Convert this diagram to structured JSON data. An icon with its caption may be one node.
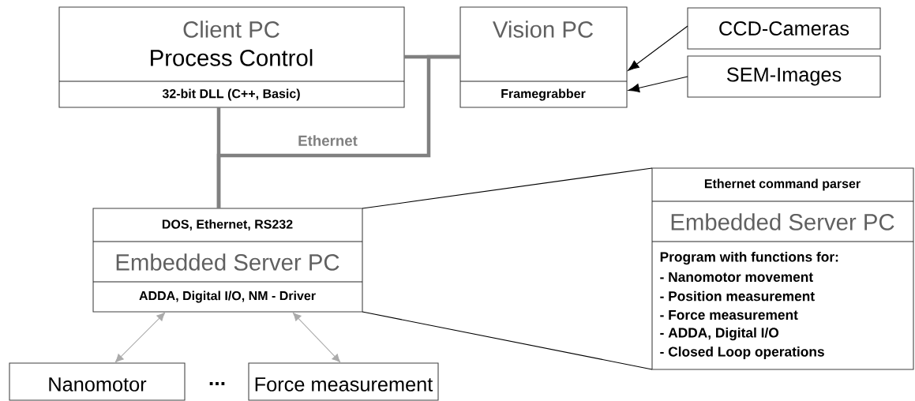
{
  "diagram": {
    "nodes": [
      {
        "text": [
          "Client PC",
          "Process Control",
          "32-bit DLL (C++, Basic)"
        ]
      },
      {
        "text": [
          "Vision PC",
          "Framegrabber"
        ]
      },
      {
        "text": [
          "CCD-Cameras"
        ]
      },
      {
        "text": [
          "SEM-Images"
        ]
      },
      {
        "text": [
          "DOS, Ethernet, RS232",
          "Embedded Server PC",
          "ADDA, Digital I/O, NM - Driver"
        ]
      },
      {
        "text": [
          "Nanomotor"
        ]
      },
      {
        "text": [
          "Force measurement"
        ]
      },
      {
        "text": [
          "Ethernet command parser",
          "Embedded Server PC",
          "Program with functions for:",
          "- Nanomotor movement",
          "- Position measurement",
          "- Force measurement",
          "- ADDA, Digital I/O",
          "- Closed Loop operations"
        ]
      }
    ],
    "edges": [
      {
        "from": 0,
        "to": 1,
        "arrow": "none",
        "style": "thick",
        "color": "#808080"
      },
      {
        "from": 0,
        "to": 4,
        "arrow": "none",
        "style": "thick",
        "color": "#808080"
      },
      {
        "from": 1,
        "to": 4,
        "arrow": "none",
        "style": "thick",
        "color": "#808080",
        "label": "Ethernet"
      },
      {
        "from": 2,
        "to": 1,
        "arrow": "to"
      },
      {
        "from": 3,
        "to": 1,
        "arrow": "to"
      },
      {
        "from": 4,
        "to": 5,
        "arrow": "both",
        "color": "#aaaaaa"
      },
      {
        "from": 4,
        "to": 6,
        "arrow": "both",
        "color": "#aaaaaa"
      },
      {
        "from": 4,
        "to": 7,
        "arrow": "none"
      },
      {
        "from": 4,
        "to": 7,
        "arrow": "none"
      }
    ],
    "labels": [
      "..."
    ]
  }
}
